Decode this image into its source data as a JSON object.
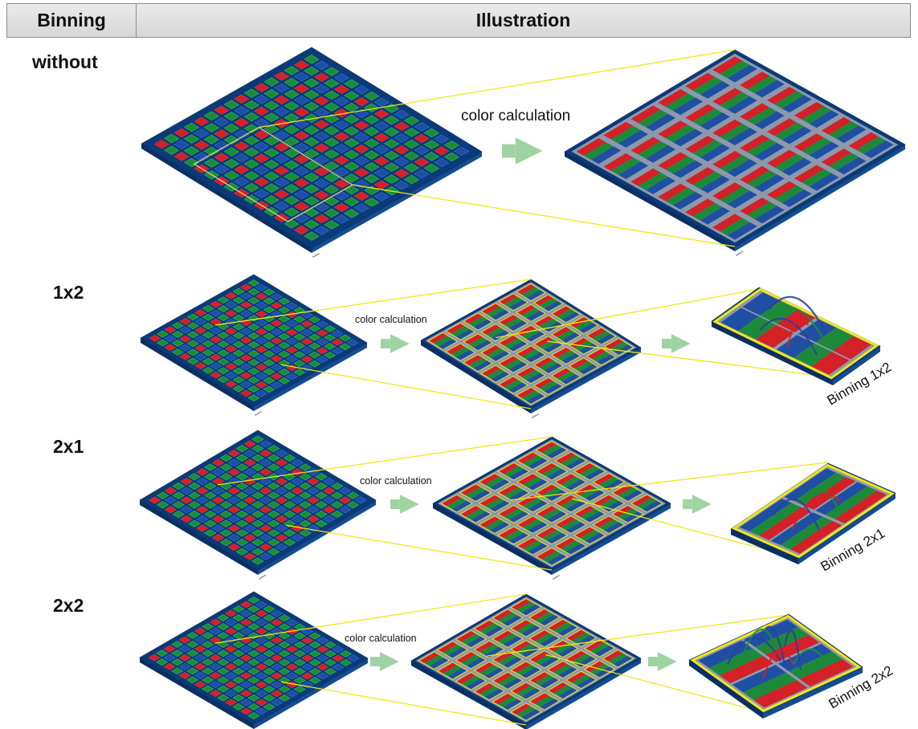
{
  "header": {
    "col1": "Binning",
    "col2": "Illustration"
  },
  "rows": [
    {
      "id": "without",
      "label": "without",
      "color_calc": "color calculation",
      "bottom": "bottom",
      "result_label": ""
    },
    {
      "id": "1x2",
      "label": "1x2",
      "color_calc": "color calculation",
      "bottom": "bottom",
      "result_label": "Binning 1x2"
    },
    {
      "id": "2x1",
      "label": "2x1",
      "color_calc": "color calculation",
      "bottom": "bottom",
      "result_label": "Binning 2x1"
    },
    {
      "id": "2x2",
      "label": "2x2",
      "color_calc": "color calculation",
      "bottom": "bottom",
      "result_label": "Binning 2x2"
    }
  ],
  "colors": {
    "red": "#d42027",
    "green": "#1d8a3a",
    "blue": "#1f4fa3",
    "navy": "#0b3a78",
    "gray": "#8c99ad",
    "yellow": "#f2e51a",
    "arrow": "#9fd3a2"
  },
  "icons": [
    "right-arrow-icon"
  ]
}
